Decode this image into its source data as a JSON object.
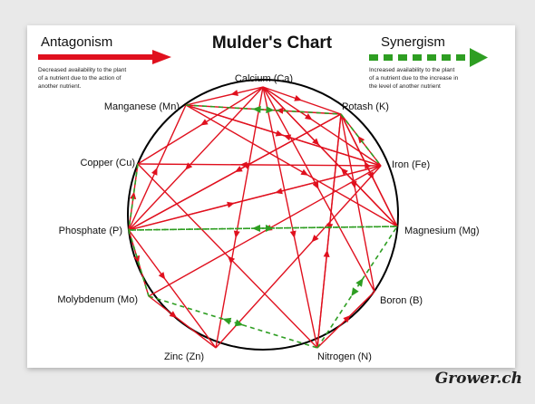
{
  "title": "Mulder's Chart",
  "legend": {
    "antagonism": {
      "title": "Antagonism",
      "desc": [
        "Decreased availability to the plant",
        "of a nutrient due to the action of",
        "another nutrient."
      ],
      "color": "#e0101e"
    },
    "synergism": {
      "title": "Synergism",
      "desc": [
        "Increased availability to the plant",
        "of a nutrient due to the increase in",
        "the level of another nutrient"
      ],
      "color": "#2e9e22"
    }
  },
  "nodes": {
    "ca": "Calcium (Ca)",
    "k": "Potash (K)",
    "fe": "Iron (Fe)",
    "mg": "Magnesium (Mg)",
    "b": "Boron (B)",
    "n": "Nitrogen (N)",
    "zn": "Zinc (Zn)",
    "mo": "Molybdenum (Mo)",
    "p": "Phosphate (P)",
    "cu": "Copper (Cu)",
    "mn": "Manganese (Mn)"
  },
  "brand": "Grower.ch"
}
